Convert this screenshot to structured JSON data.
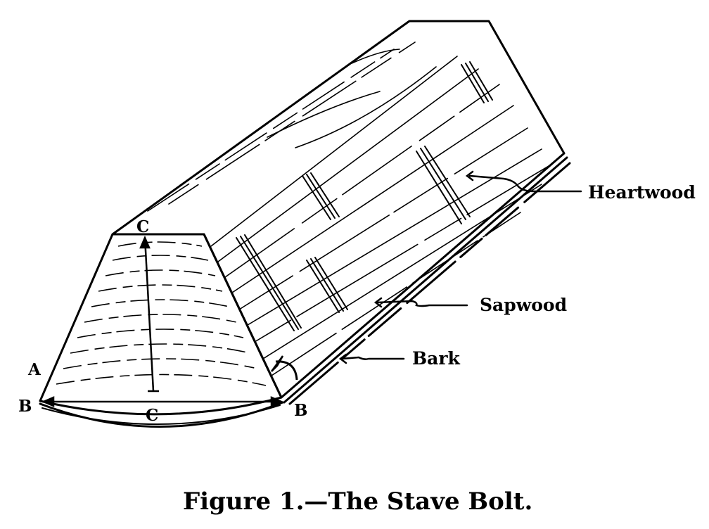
{
  "figure": {
    "caption": "Figure 1.—The Stave Bolt.",
    "labels": {
      "heartwood": "Heartwood",
      "sapwood": "Sapwood",
      "bark": "Bark",
      "a_left": "A",
      "b_left": "B",
      "b_right": "B",
      "c_top": "C",
      "c_bottom": "C"
    }
  }
}
